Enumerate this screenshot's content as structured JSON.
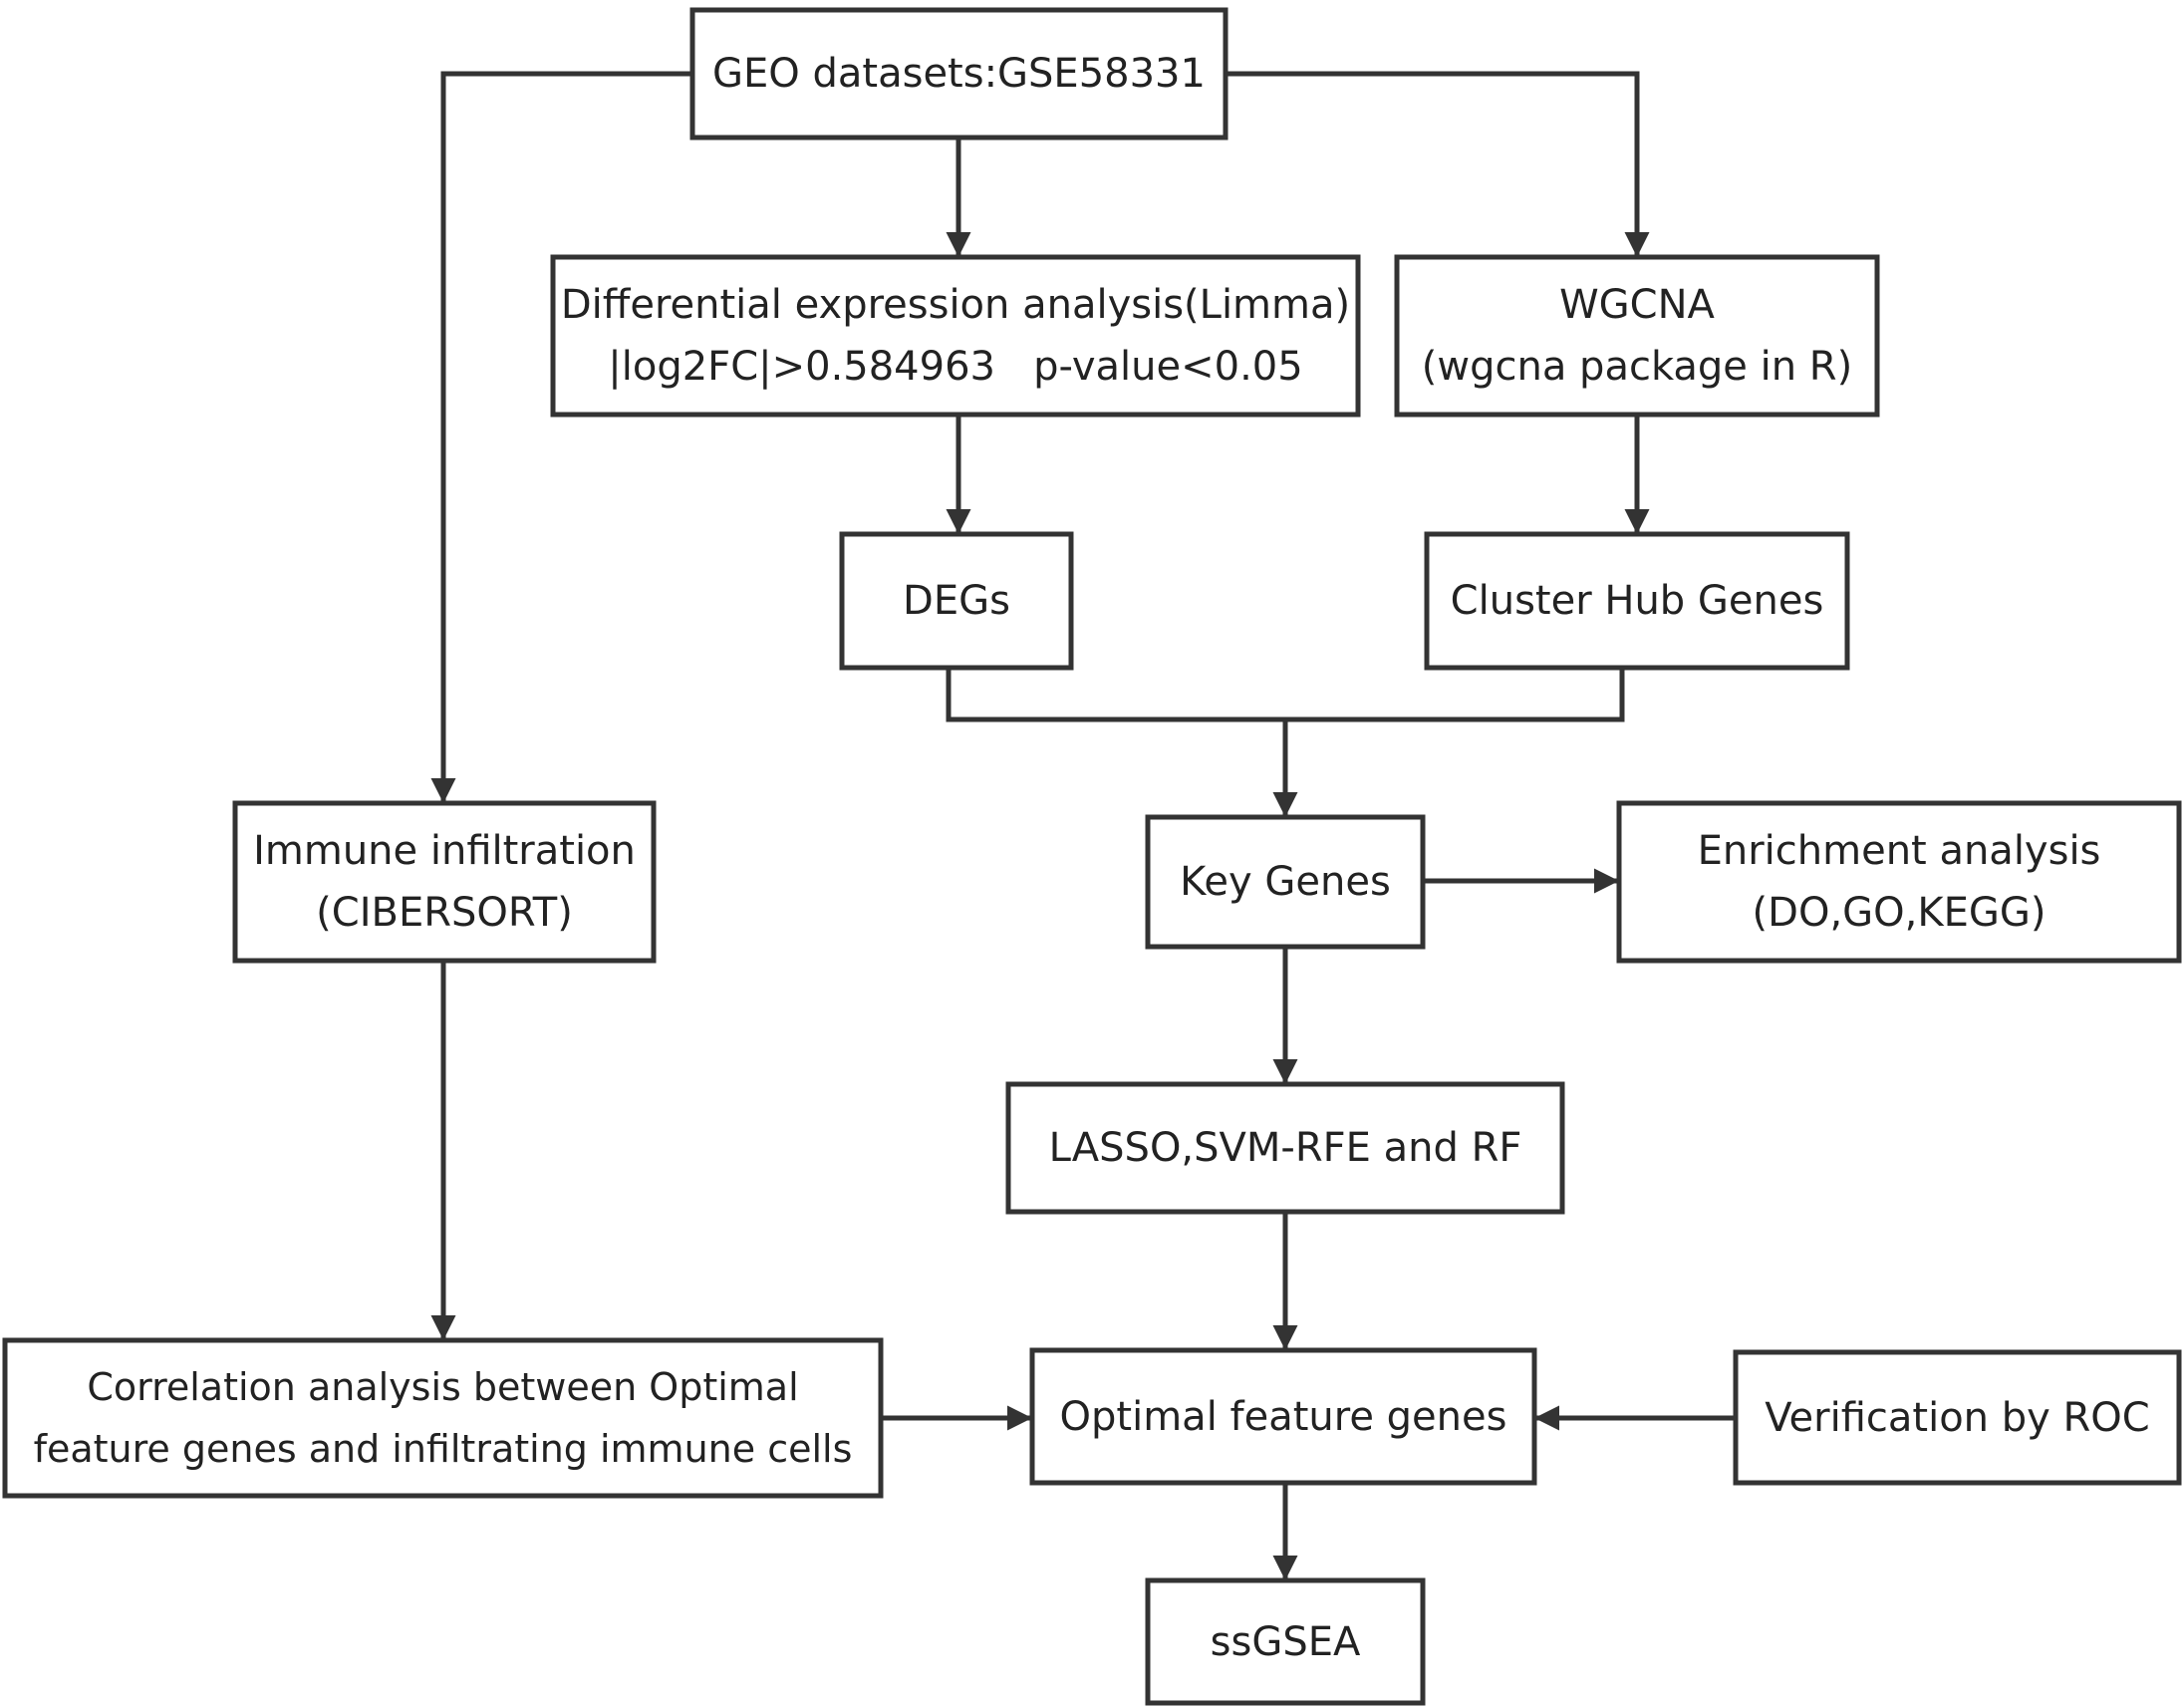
{
  "nodes": {
    "geo": [
      "GEO datasets:GSE58331"
    ],
    "dea": [
      "Differential expression analysis(Limma)",
      "|log2FC|>0.584963   p-value<0.05"
    ],
    "wgcna": [
      "WGCNA",
      "(wgcna package in R)"
    ],
    "degs": [
      "DEGs"
    ],
    "hub": [
      "Cluster Hub Genes"
    ],
    "immune": [
      "Immune infiltration",
      "(CIBERSORT)"
    ],
    "key": [
      "Key Genes"
    ],
    "enrich": [
      "Enrichment analysis",
      "(DO,GO,KEGG)"
    ],
    "lasso": [
      "LASSO,SVM-RFE and RF"
    ],
    "corr": [
      "Correlation analysis between Optimal",
      "feature genes and infiltrating immune cells"
    ],
    "optimal": [
      "Optimal feature genes"
    ],
    "roc": [
      "Verification by ROC"
    ],
    "ssgsea": [
      "ssGSEA"
    ]
  },
  "edges": [
    {
      "from": "GEO datasets:GSE58331",
      "to": "Differential expression analysis(Limma)"
    },
    {
      "from": "GEO datasets:GSE58331",
      "to": "WGCNA"
    },
    {
      "from": "GEO datasets:GSE58331",
      "to": "Immune infiltration"
    },
    {
      "from": "Differential expression analysis(Limma)",
      "to": "DEGs"
    },
    {
      "from": "WGCNA",
      "to": "Cluster Hub Genes"
    },
    {
      "from": "DEGs",
      "to": "Key Genes"
    },
    {
      "from": "Cluster Hub Genes",
      "to": "Key Genes"
    },
    {
      "from": "Key Genes",
      "to": "Enrichment analysis"
    },
    {
      "from": "Key Genes",
      "to": "LASSO,SVM-RFE and RF"
    },
    {
      "from": "Immune infiltration",
      "to": "Correlation analysis between Optimal"
    },
    {
      "from": "LASSO,SVM-RFE and RF",
      "to": "Optimal feature genes"
    },
    {
      "from": "Correlation analysis between Optimal",
      "to": "Optimal feature genes"
    },
    {
      "from": "Verification by ROC",
      "to": "Optimal feature genes"
    },
    {
      "from": "Optimal feature genes",
      "to": "ssGSEA"
    }
  ],
  "colors": {
    "line": "#333333",
    "text": "#222222",
    "background": "#ffffff"
  }
}
